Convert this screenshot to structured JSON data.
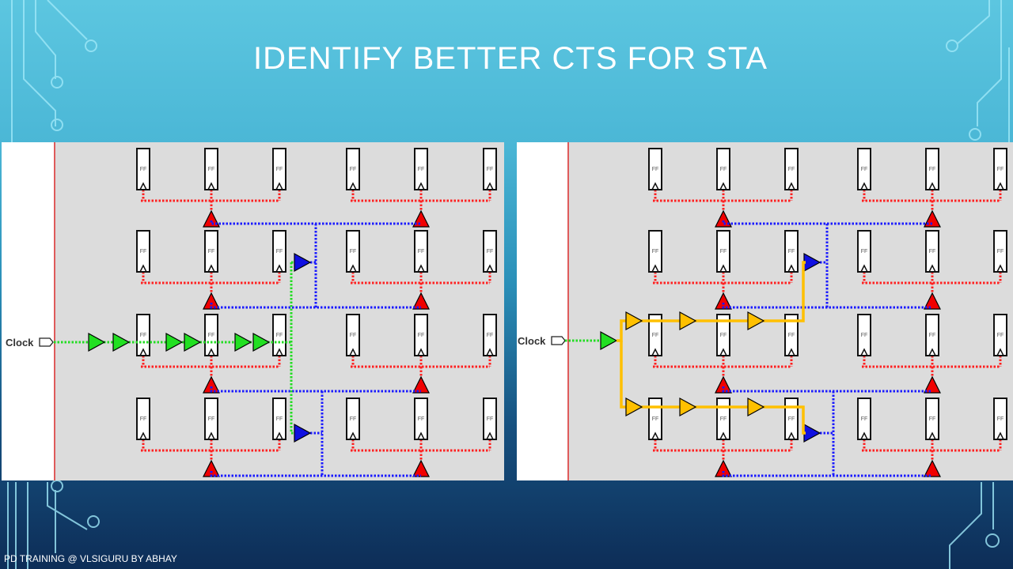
{
  "slide": {
    "title": "IDENTIFY BETTER CTS FOR STA",
    "footer": "PD TRAINING @ VLSIGURU  BY ABHAY"
  },
  "left_panel": {
    "clock_label": "Clock",
    "description_style": "ideal"
  },
  "right_panel": {
    "clock_label": "Clock"
  },
  "cell_label": "FF",
  "colors": {
    "leaf_net": "#ff2020",
    "branch_net": "#1a1aff",
    "trunk": "#22dd22",
    "yellow_path": "#ffc000",
    "background": "#dcdcdc"
  }
}
